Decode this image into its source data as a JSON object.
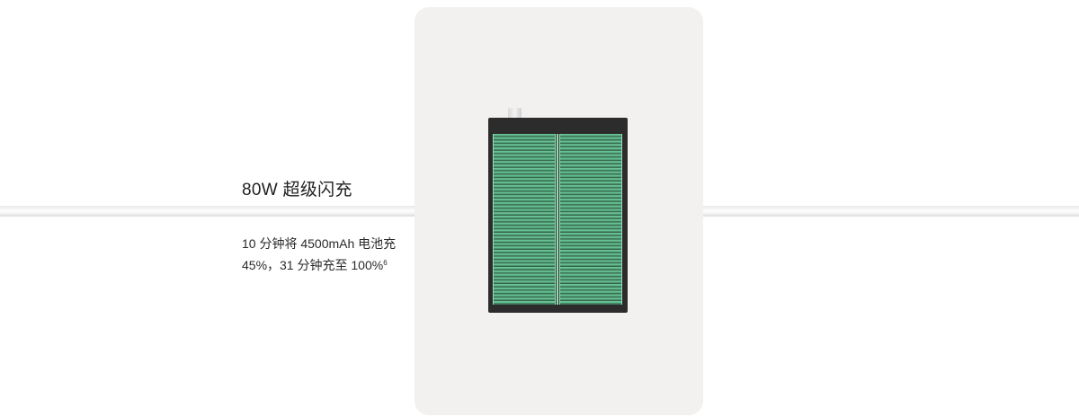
{
  "feature": {
    "title": "80W 超级闪充",
    "description_line1": "10 分钟将 4500mAh 电池充",
    "description_line2": "45%，31 分钟充至 100%",
    "footnote_marker": "6"
  },
  "colors": {
    "card_background": "#f2f1f0",
    "battery_case": "#2c2c2c",
    "cell_green": "#6fc49a"
  },
  "icons": {
    "battery": "battery-icon",
    "cable": "charging-cable"
  }
}
